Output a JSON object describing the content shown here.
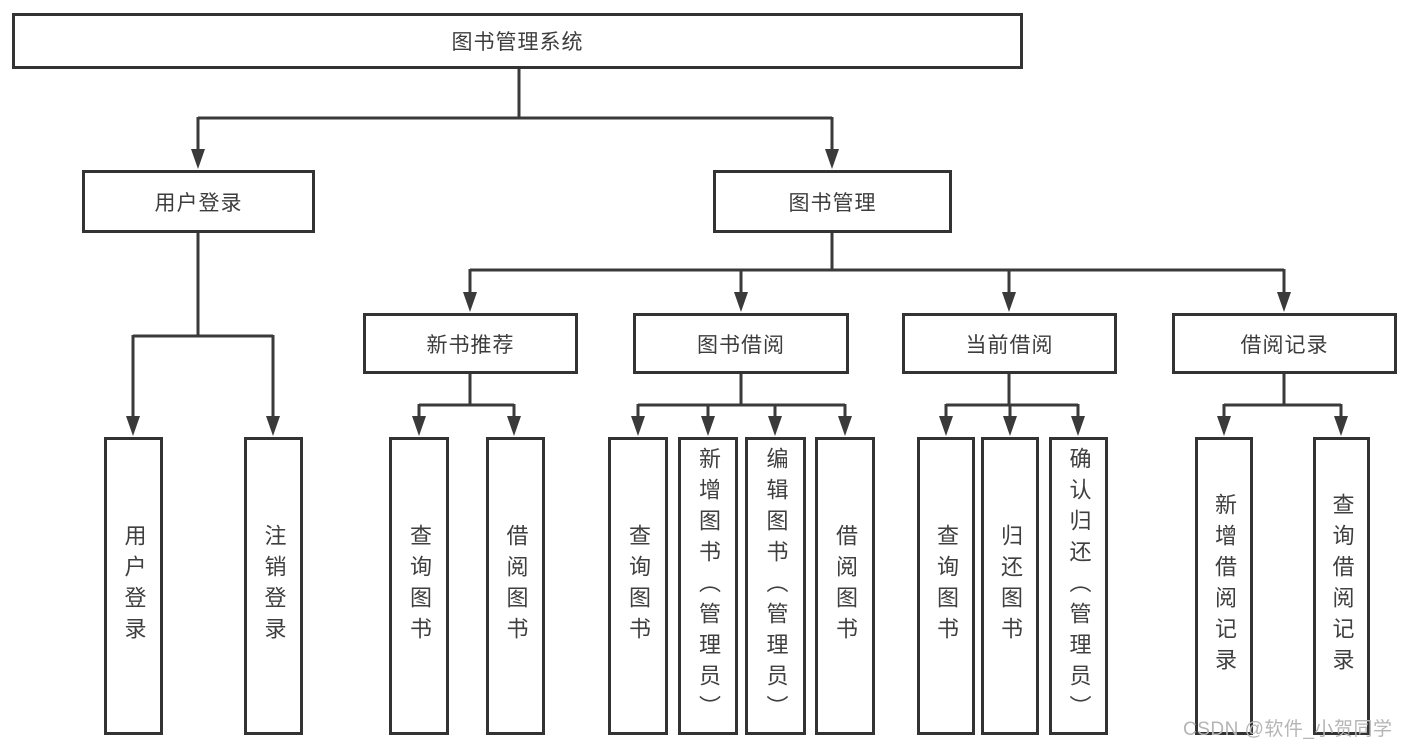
{
  "tree": {
    "root": {
      "label": "图书管理系统"
    },
    "branches": [
      {
        "label": "用户登录",
        "children": [
          {
            "label": "用户登录"
          },
          {
            "label": "注销登录"
          }
        ]
      },
      {
        "label": "图书管理",
        "children": [
          {
            "label": "新书推荐",
            "children": [
              {
                "label": "查询图书"
              },
              {
                "label": "借阅图书"
              }
            ]
          },
          {
            "label": "图书借阅",
            "children": [
              {
                "label": "查询图书"
              },
              {
                "label": "新增图书（管理员）"
              },
              {
                "label": "编辑图书（管理员）"
              },
              {
                "label": "借阅图书"
              }
            ]
          },
          {
            "label": "当前借阅",
            "children": [
              {
                "label": "查询图书"
              },
              {
                "label": "归还图书"
              },
              {
                "label": "确认归还（管理员）"
              }
            ]
          },
          {
            "label": "借阅记录",
            "children": [
              {
                "label": "新增借阅记录"
              },
              {
                "label": "查询借阅记录"
              }
            ]
          }
        ]
      }
    ]
  },
  "watermark": {
    "text": "CSDN @软件_小贺同学"
  },
  "colors": {
    "line": "#3a3a3a",
    "box_border": "#333333",
    "box_fill": "#ffffff",
    "text": "#3d3d3d",
    "watermark": "#b5b5b5",
    "background": "#ffffff"
  }
}
